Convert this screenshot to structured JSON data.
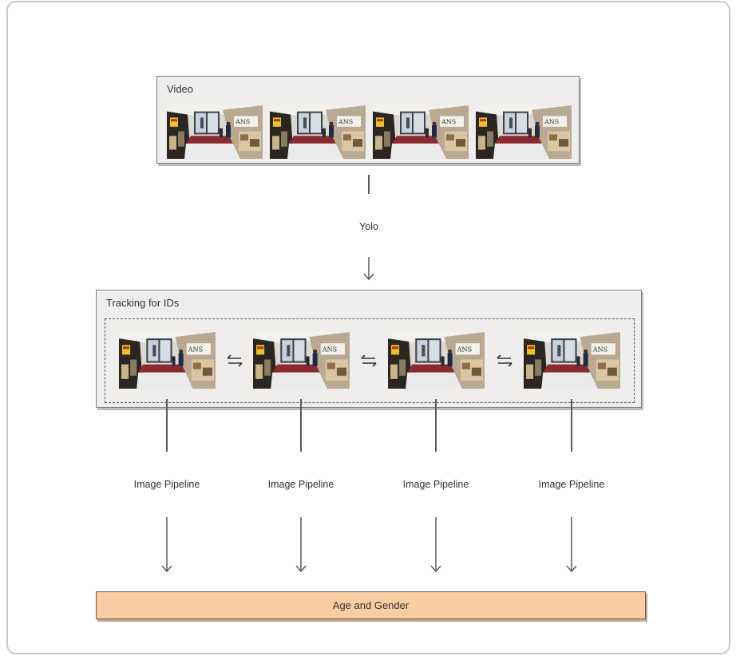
{
  "video_box": {
    "title": "Video",
    "frame_count": 4
  },
  "yolo_label": "Yolo",
  "tracking_box": {
    "title": "Tracking for IDs",
    "frame_count": 4
  },
  "pipelines": [
    {
      "label": "Image Pipeline"
    },
    {
      "label": "Image Pipeline"
    },
    {
      "label": "Image Pipeline"
    },
    {
      "label": "Image Pipeline"
    }
  ],
  "output_box": {
    "label": "Age and Gender"
  },
  "colors": {
    "box_fill": "#efeeec",
    "output_fill": "#fbcda2",
    "connector": "#55595e"
  }
}
